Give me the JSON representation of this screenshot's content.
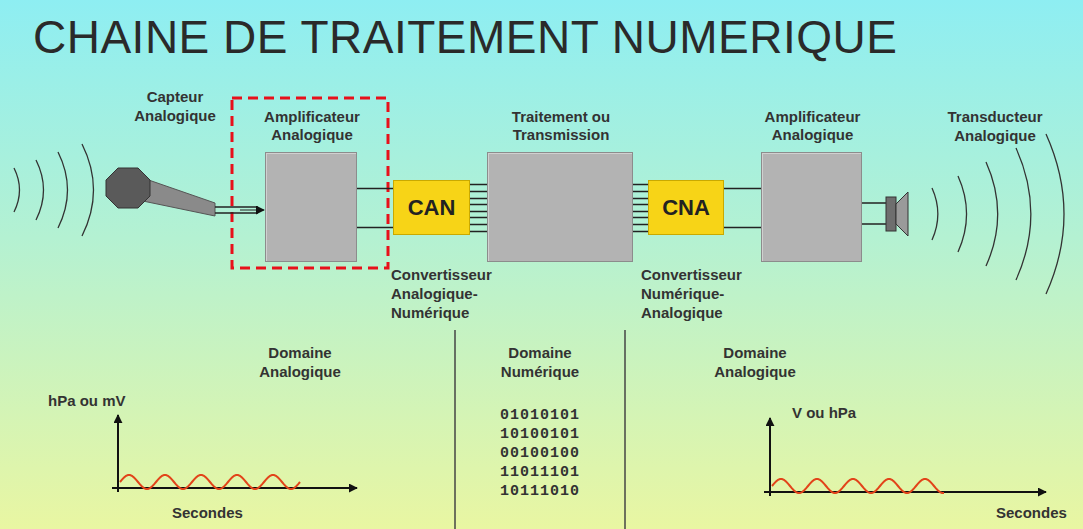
{
  "diagram": {
    "title": "CHAINE DE TRAITEMENT NUMERIQUE",
    "nodes": [
      {
        "text": [
          "Amplificateur Analogique"
        ]
      },
      {
        "text": [
          "CAN",
          "Convertisseur Analogique-Numérique"
        ]
      },
      {
        "text": [
          "Traitement ou Transmission"
        ]
      },
      {
        "text": [
          "CNA",
          "Convertisseur Numérique-Analogique"
        ]
      },
      {
        "text": [
          "Amplificateur Analogique"
        ]
      }
    ],
    "edges": [
      {
        "from": 0,
        "to": 1,
        "arrow": "none"
      },
      {
        "from": 1,
        "to": 2,
        "arrow": "none"
      },
      {
        "from": 2,
        "to": 3,
        "arrow": "none"
      },
      {
        "from": 3,
        "to": 4,
        "arrow": "none"
      }
    ],
    "labels": [
      "Capteur Analogique",
      "Transducteur Analogique",
      "Domaine Analogique",
      "hPa ou mV",
      "Secondes",
      "Domaine Numérique",
      "01010101",
      "10100101",
      "00100100",
      "11011101",
      "10111010",
      "Domaine Analogique",
      "V ou hPa",
      "Secondes"
    ]
  }
}
